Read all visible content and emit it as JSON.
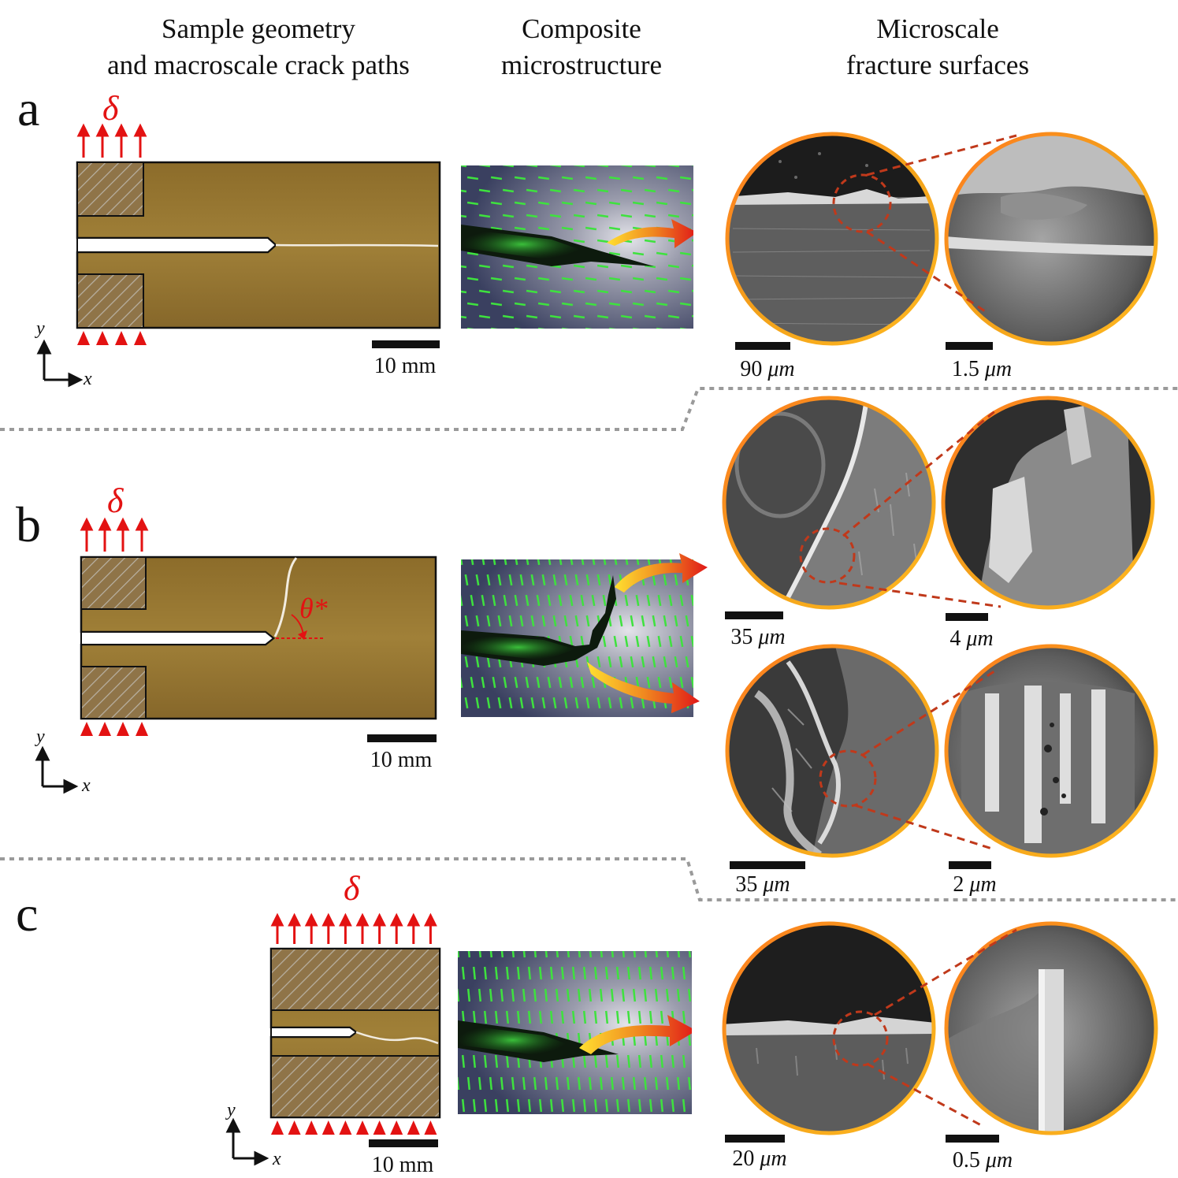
{
  "headers": {
    "col1_line1": "Sample geometry",
    "col1_line2": "and macroscale crack paths",
    "col2_line1": "Composite",
    "col2_line2": "microstructure",
    "col3_line1": "Microscale",
    "col3_line2": "fracture surfaces"
  },
  "panels": {
    "a": {
      "label": "a",
      "load": "δ",
      "axis_x": "x",
      "axis_y": "y",
      "macro_scale": "10 mm",
      "micro_scale_1": "90",
      "micro_scale_2": "1.5"
    },
    "b": {
      "label": "b",
      "load": "δ",
      "axis_x": "x",
      "axis_y": "y",
      "angle": "θ*",
      "macro_scale": "10 mm",
      "micro_scale_1": "35",
      "micro_scale_2": "4",
      "micro_scale_3": "35",
      "micro_scale_4": "2"
    },
    "c": {
      "label": "c",
      "load": "δ",
      "axis_x": "x",
      "axis_y": "y",
      "macro_scale": "10 mm",
      "micro_scale_1": "20",
      "micro_scale_2": "0.5"
    }
  },
  "unit_micron": "μm",
  "colors": {
    "sample": "#9a7a33",
    "arrow": "#e31212",
    "fiber": "#3ee23e",
    "ring": "#f0a020",
    "dash": "#c0391b"
  }
}
